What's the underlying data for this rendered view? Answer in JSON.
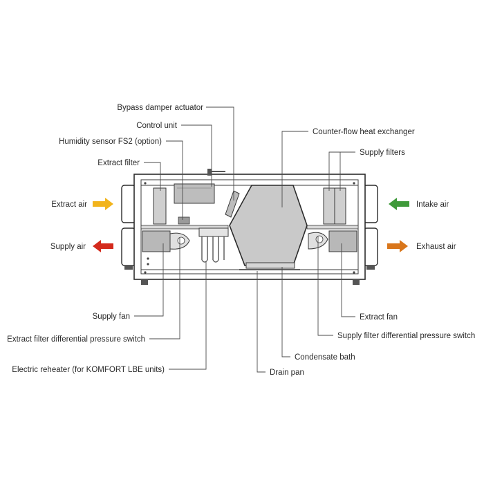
{
  "labels": {
    "bypass_damper_actuator": "Bypass damper actuator",
    "control_unit": "Control unit",
    "humidity_sensor": "Humidity sensor FS2 (option)",
    "extract_filter": "Extract filter",
    "extract_air": "Extract air",
    "supply_air": "Supply air",
    "supply_fan": "Supply fan",
    "extract_filter_dp_switch": "Extract filter differential pressure switch",
    "electric_reheater": "Electric reheater (for KOMFORT LBE units)",
    "drain_pan": "Drain pan",
    "condensate_bath": "Condensate bath",
    "counter_flow_heat_exchanger": "Counter-flow heat exchanger",
    "supply_filters": "Supply filters",
    "intake_air": "Intake air",
    "exhaust_air": "Exhaust air",
    "extract_fan": "Extract fan",
    "supply_filter_dp_switch": "Supply filter differential pressure switch"
  },
  "colors": {
    "extract_air_arrow": "#f2b41c",
    "supply_air_arrow": "#d42a1c",
    "intake_air_arrow": "#3f9a3a",
    "exhaust_air_arrow": "#d9761b",
    "component_fill": "#c4c4c4",
    "outline": "#2b2b2b"
  }
}
